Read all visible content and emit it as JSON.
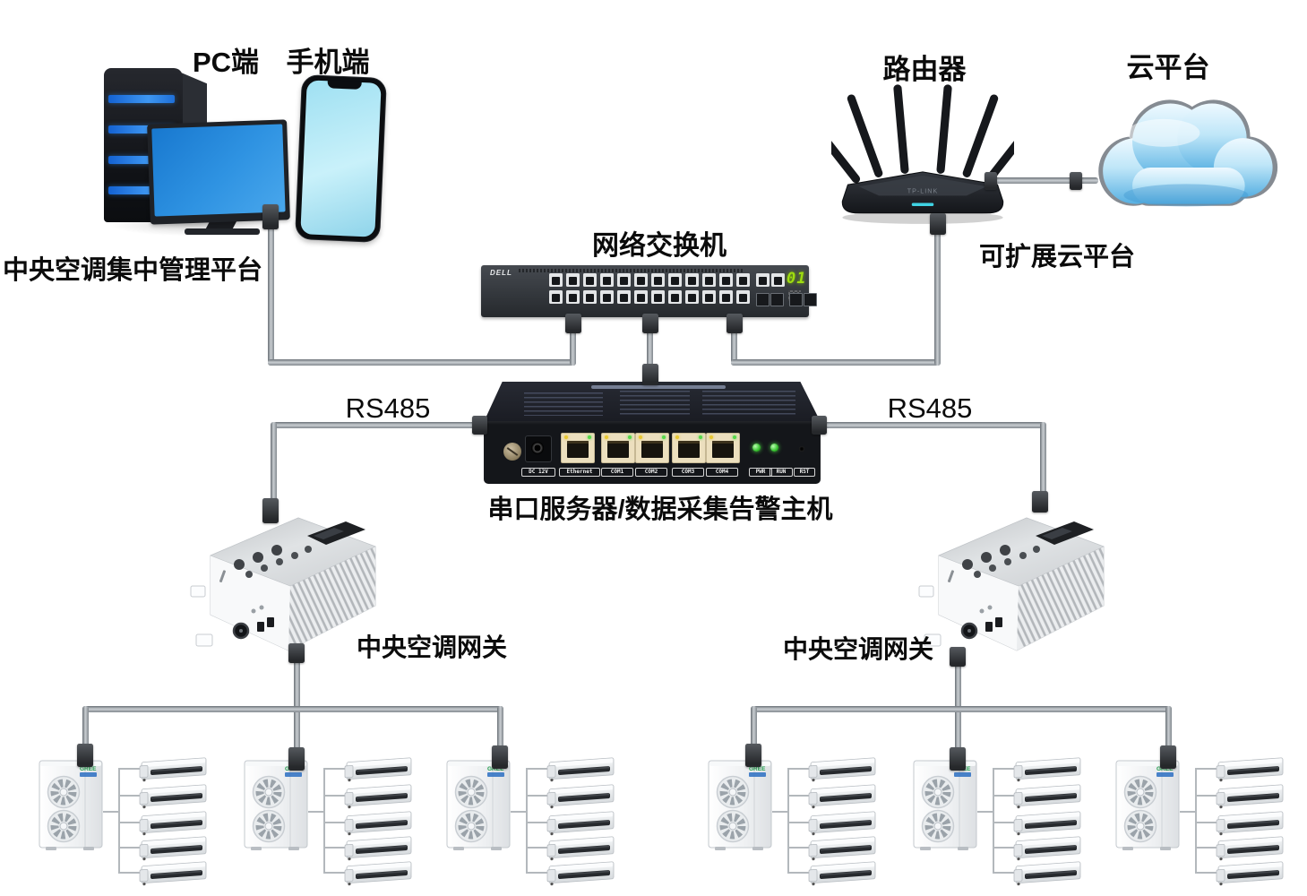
{
  "labels": {
    "pc": "PC端",
    "phone": "手机端",
    "management_platform": "中央空调集中管理平台",
    "router": "路由器",
    "cloud": "云平台",
    "cloud_note": "可扩展云平台",
    "network_switch": "网络交换机",
    "serial_server": "串口服务器/数据采集告警主机",
    "rs485_left": "RS485",
    "rs485_right": "RS485",
    "gateway_left": "中央空调网关",
    "gateway_right": "中央空调网关"
  },
  "devices": {
    "network_switch": {
      "brand": "DELL",
      "led_display": "01",
      "port_columns": 12,
      "port_rows": 2
    },
    "serial_server": {
      "power": "DC 12V",
      "ethernet": "Ethernet",
      "com_ports": [
        "COM1",
        "COM2",
        "COM3",
        "COM4"
      ],
      "status_leds": [
        "PWR",
        "RUN"
      ],
      "reset": "RST"
    },
    "router": {
      "brand": "TP-LINK"
    },
    "ac": {
      "outdoor_brand": "GREE",
      "groups": [
        {
          "side": "left",
          "clusters": 3,
          "indoor_per_cluster": 5
        },
        {
          "side": "right",
          "clusters": 3,
          "indoor_per_cluster": 5
        }
      ]
    }
  },
  "colors": {
    "cable_gray": "#8b9197",
    "connector_dark": "#2f3236",
    "screen_blue": "#2286d8",
    "phone_screen": "#a5e2f3",
    "cloud_blue": "#6cb9e8",
    "led_green": "#57d84a",
    "switch_digit_green": "#9edc10",
    "tower_stripe_blue": "#2b8af0",
    "gree_green": "#1f9d4b"
  }
}
